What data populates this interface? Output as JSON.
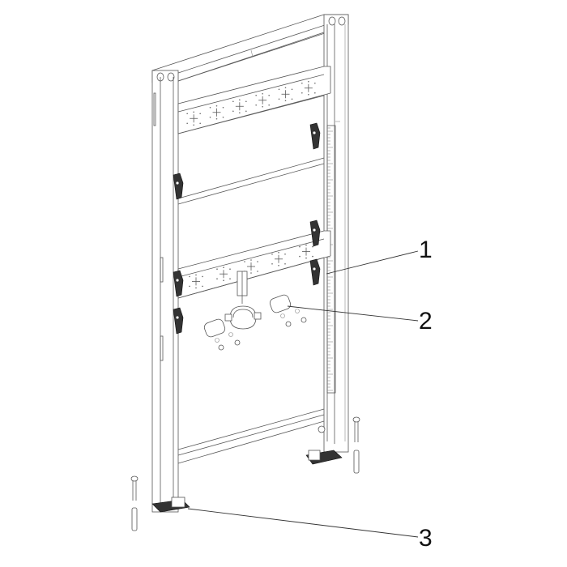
{
  "diagram": {
    "type": "exploded assembly line drawing",
    "subject": "installation frame with mounting hardware",
    "colors": {
      "background": "#ffffff",
      "line": "#5a5a5a",
      "ink": "#111111"
    }
  },
  "callouts": [
    {
      "id": "1",
      "label": "1",
      "target": "height-adjustable bracket clamps on right upright with scale"
    },
    {
      "id": "2",
      "label": "2",
      "target": "pipe clamp with mounting plates and screws"
    },
    {
      "id": "3",
      "label": "3",
      "target": "floor foot bracket on left upright"
    }
  ],
  "parts": {
    "frame": "rectangular frame with two uprights and crossbars",
    "crossbars": 4,
    "clamps": 6,
    "anchors": [
      "left-floor-screw-and-plug",
      "right-floor-screw-and-plug"
    ]
  }
}
